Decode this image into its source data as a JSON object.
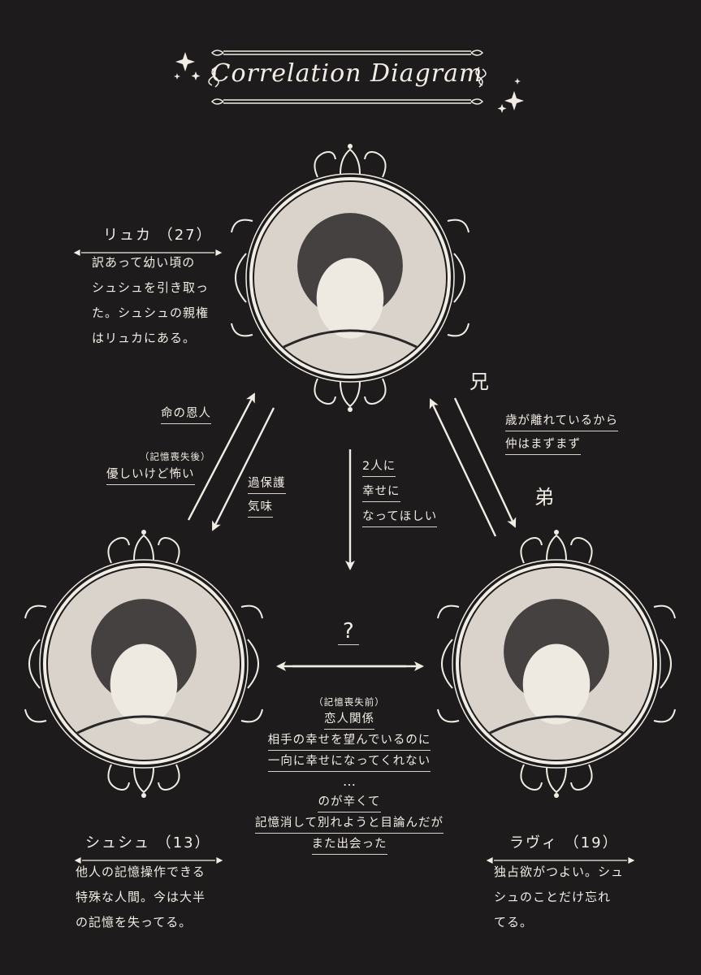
{
  "title": "Correlation Diagram",
  "characters": {
    "ryuka": {
      "name": "リュカ （27）",
      "desc": [
        "訳あって幼い頃の",
        "シュシュを引き取っ",
        "た。シュシュの親権",
        "はリュカにある。"
      ]
    },
    "shushu": {
      "name": "シュシュ （13）",
      "desc": [
        "他人の記憶操作できる",
        "特殊な人間。今は大半",
        "の記憶を失ってる。"
      ]
    },
    "ravi": {
      "name": "ラヴィ （19）",
      "desc": [
        "独占欲がつよい。シュ",
        "シュのことだけ忘れ",
        "てる。"
      ]
    }
  },
  "relations": {
    "savior": "命の恩人",
    "after_note": "（記憶喪失後）",
    "after": "優しいけど怖い",
    "overprotective": [
      "過保護",
      "気味"
    ],
    "wish": [
      "2人に",
      "幸せに",
      "なってほしい"
    ],
    "elder_brother": "兄",
    "younger_brother": "弟",
    "age_gap": [
      "歳が離れているから",
      "仲はまずまず"
    ],
    "unknown": "?",
    "before_note": "（記憶喪失前）",
    "before_title": "恋人関係",
    "before_lines": [
      "相手の幸せを望んでいるのに",
      "一向に幸せになってくれない",
      "…",
      "のが辛くて",
      "記憶消して別れようと目論んだが",
      "また出会った"
    ]
  },
  "colors": {
    "background": "#1d1b1c",
    "ink": "#f1ece4"
  },
  "icons": [
    "sparkle-icon",
    "ornate-frame",
    "arrow"
  ]
}
